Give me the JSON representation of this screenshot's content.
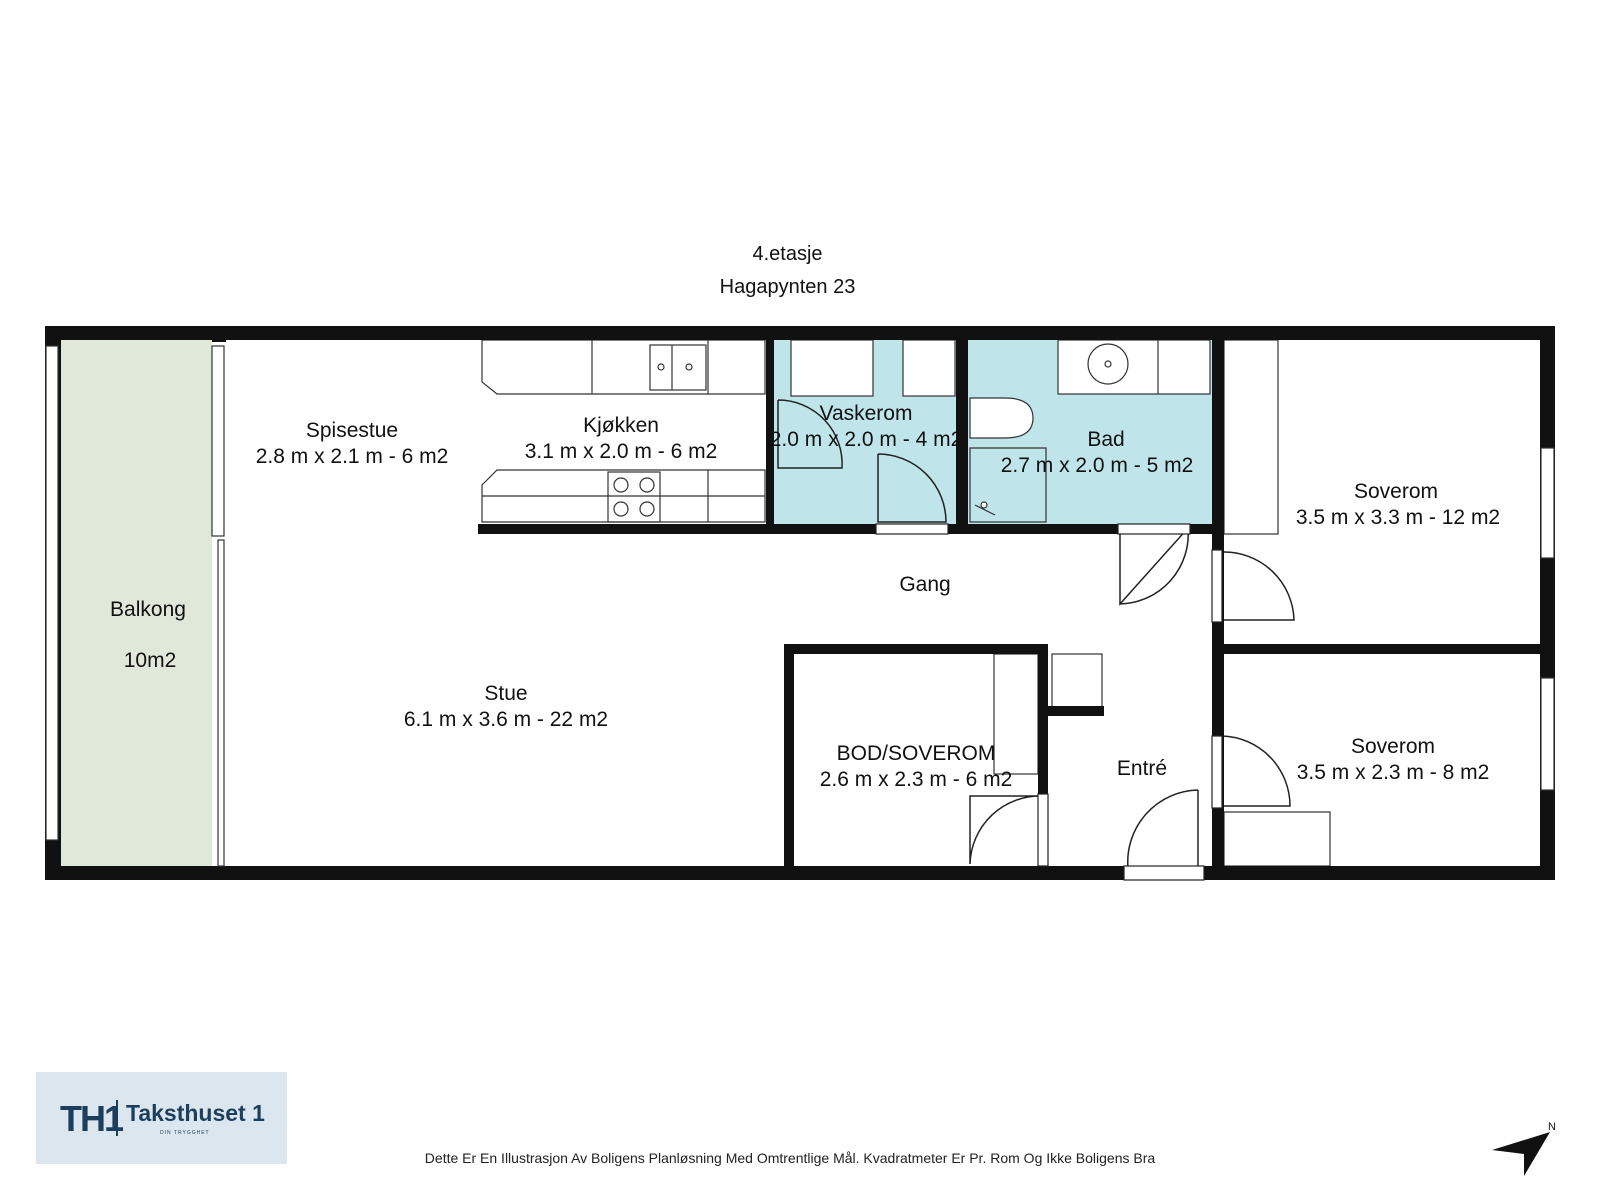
{
  "header": {
    "floor": "4.etasje",
    "address": "Hagapynten 23"
  },
  "rooms": {
    "balkong": {
      "name": "Balkong",
      "size": "10m2"
    },
    "spisestue": {
      "name": "Spisestue",
      "size": "2.8 m x 2.1 m - 6 m2"
    },
    "kjokken": {
      "name": "Kjøkken",
      "size": "3.1 m x 2.0 m - 6 m2"
    },
    "vaskerom": {
      "name": "Vaskerom",
      "size": "2.0 m x 2.0 m - 4 m2"
    },
    "bad": {
      "name": "Bad",
      "size": "2.7 m x 2.0 m - 5 m2"
    },
    "soverom1": {
      "name": "Soverom",
      "size": "3.5 m x 3.3 m - 12 m2"
    },
    "gang": {
      "name": "Gang"
    },
    "stue": {
      "name": "Stue",
      "size": "6.1 m x 3.6 m - 22 m2"
    },
    "bod": {
      "name": "BOD/SOVEROM",
      "size": "2.6 m x 2.3 m - 6 m2"
    },
    "entre": {
      "name": "Entré"
    },
    "soverom2": {
      "name": "Soverom",
      "size": "3.5 m x 2.3 m - 8 m2"
    }
  },
  "colors": {
    "wall": "#111111",
    "balcony": "#e0e8da",
    "wetroom": "#bfe5ea"
  },
  "logo": {
    "mark": "TH1",
    "name": "Taksthuset 1",
    "tagline": "DIN TRYGGHET"
  },
  "compass": {
    "label": "N",
    "icon": "north-arrow-icon"
  },
  "disclaimer": "Dette Er En Illustrasjon Av Boligens Planløsning Med Omtrentlige Mål. Kvadratmeter Er Pr. Rom Og Ikke Boligens Bra"
}
